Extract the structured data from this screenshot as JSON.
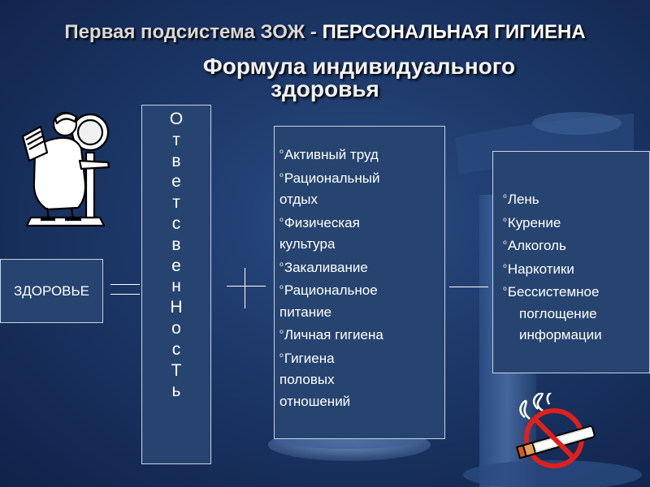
{
  "header": {
    "title_prefix": "Первая подсистема ЗОЖ - ",
    "title_accent": "ПЕРСОНАЛЬНАЯ ГИГИЕНА",
    "subtitle_line1": "Формула индивидуального",
    "subtitle_line2": "здоровья"
  },
  "formula": {
    "left_term": "ЗДОРОВЬЕ",
    "vertical_word": [
      "О",
      "т",
      "в",
      "е",
      "т",
      "с",
      "в",
      "е",
      "н",
      "Н",
      "о",
      "с",
      "Т",
      "ь"
    ],
    "positive_items": [
      {
        "bullet": "⁰",
        "lines": [
          "Активный труд"
        ]
      },
      {
        "bullet": "⁰",
        "lines": [
          "Рациональный",
          "отдых"
        ]
      },
      {
        "bullet": "⁰",
        "lines": [
          "Физическая",
          "культура"
        ]
      },
      {
        "bullet": "⁰",
        "lines": [
          "Закаливание"
        ]
      },
      {
        "bullet": "⁰",
        "lines": [
          "Рациональное",
          "питание"
        ]
      },
      {
        "bullet": "⁰",
        "lines": [
          "Личная гигиена"
        ]
      },
      {
        "bullet": "⁰",
        "lines": [
          "Гигиена",
          " половых",
          "отношений"
        ]
      }
    ],
    "negative_items": [
      {
        "bullet": "⁰",
        "lines": [
          "Лень"
        ]
      },
      {
        "bullet": "⁰",
        "lines": [
          "Курение"
        ]
      },
      {
        "bullet": "⁰",
        "lines": [
          "Алкоголь"
        ]
      },
      {
        "bullet": "⁰",
        "lines": [
          "Наркотики"
        ]
      },
      {
        "bullet": "⁰",
        "lines": [
          "Бессистемное",
          "поглощение",
          "информации"
        ]
      }
    ]
  },
  "icons": {
    "doctor": "doctor-scale-illustration",
    "no_smoking": "no-smoking-icon"
  },
  "colors": {
    "background": "#1c3767",
    "box_fill": "#26446f",
    "box_border": "#c9d3e6",
    "no_smoking_red": "#e0201c"
  }
}
